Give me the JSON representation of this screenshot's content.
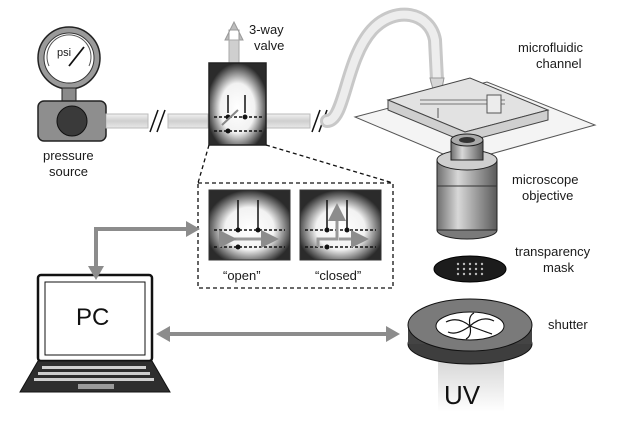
{
  "labels": {
    "pressure_source_line1": "pressure",
    "pressure_source_line2": "source",
    "gauge_unit": "psi",
    "valve_line1": "3-way",
    "valve_line2": "valve",
    "channel_line1": "microfluidic",
    "channel_line2": "channel",
    "objective_line1": "microscope",
    "objective_line2": "objective",
    "mask_line1": "transparency",
    "mask_line2": "mask",
    "shutter": "shutter",
    "pc": "PC",
    "uv": "UV",
    "state_open": "“open”",
    "state_closed": "“closed”"
  },
  "colors": {
    "tube": "#d9d9d9",
    "arrow": "#8c8c8c",
    "dark": "#3a3a3a",
    "outline": "#222222"
  },
  "icons": [
    "pressure-gauge-icon",
    "valve-icon",
    "laptop-icon",
    "shutter-icon",
    "objective-icon"
  ]
}
